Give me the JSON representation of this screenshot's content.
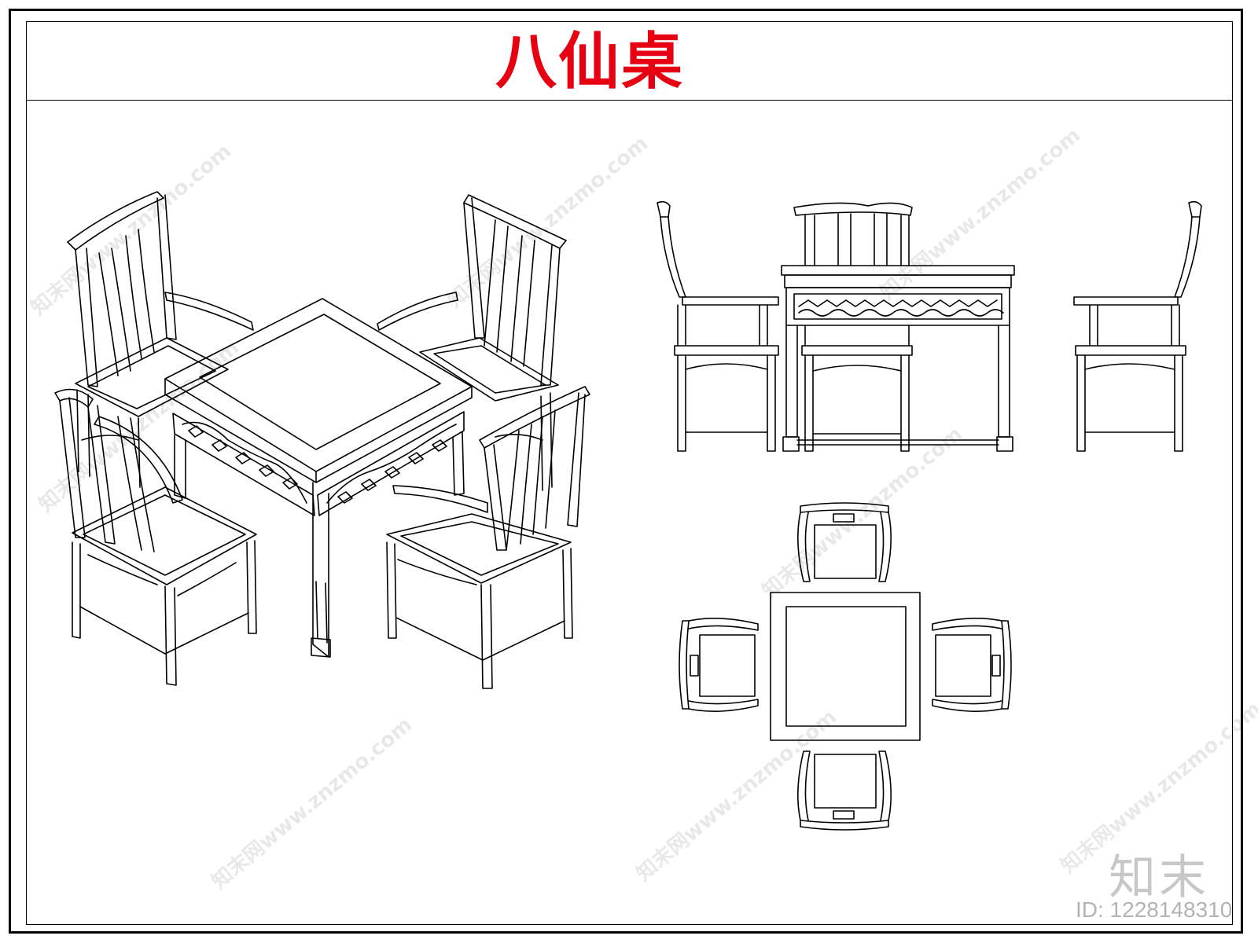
{
  "sheet": {
    "title": "八仙桌",
    "title_color": "#e60012",
    "line_color": "#000000"
  },
  "views": [
    {
      "id": "isometric",
      "subject": "square table with four armchairs"
    },
    {
      "id": "front-elevation",
      "subject": "table with side and front chairs"
    },
    {
      "id": "plan",
      "subject": "square table top with four chairs"
    }
  ],
  "watermark": {
    "repeat_text": "知末网www.znzmo.com",
    "logo": "知末",
    "id_label": "ID: 1228148310"
  }
}
